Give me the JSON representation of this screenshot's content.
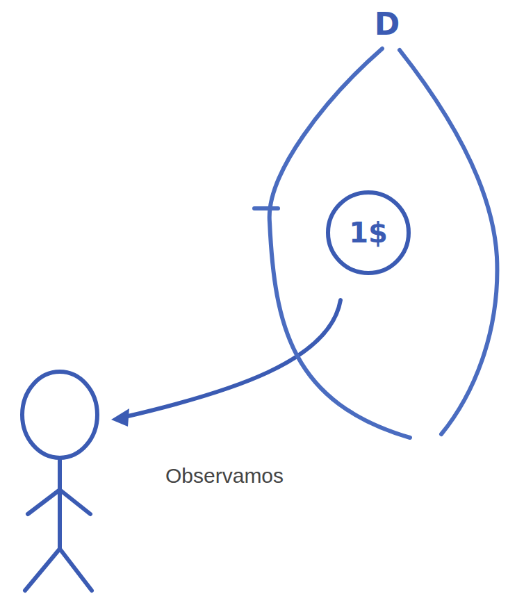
{
  "diagram": {
    "nodes": [
      {
        "text": [
          "D"
        ]
      },
      {
        "text": [
          "1$"
        ],
        "in": 0
      }
    ],
    "labels": [
      "Observamos"
    ]
  }
}
